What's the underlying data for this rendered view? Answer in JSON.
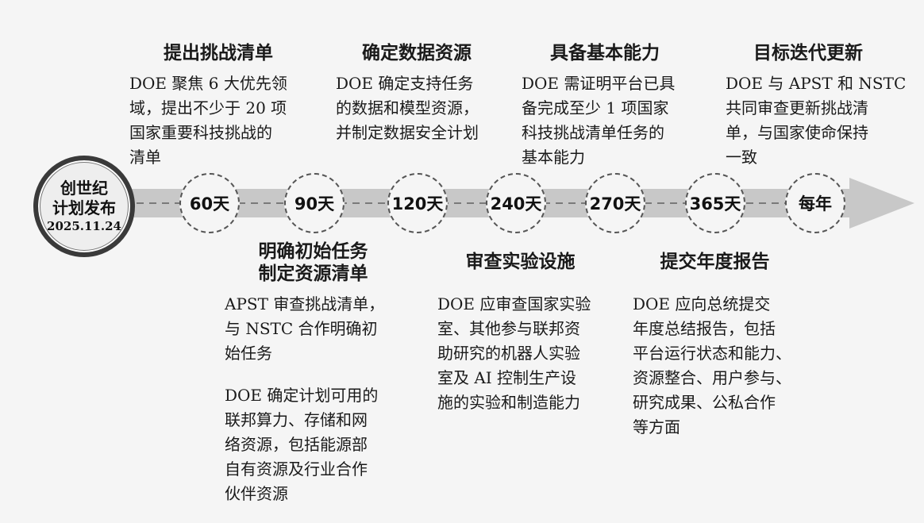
{
  "start": {
    "title": "创世纪\n计划发布",
    "date": "2025.11.24"
  },
  "milestones": [
    {
      "label": "60天"
    },
    {
      "label": "90天"
    },
    {
      "label": "120天"
    },
    {
      "label": "240天"
    },
    {
      "label": "270天"
    },
    {
      "label": "365天"
    },
    {
      "label": "每年"
    }
  ],
  "top_events": [
    {
      "heading": "提出挑战清单",
      "text": "DOE 聚焦 6 大优先领\n域，提出不少于 20 项\n国家重要科技挑战的\n清单"
    },
    {
      "heading": "确定数据资源",
      "text": "DOE 确定支持任务\n的数据和模型资源，\n并制定数据安全计划"
    },
    {
      "heading": "具备基本能力",
      "text": "DOE 需证明平台已具\n备完成至少 1 项国家\n科技挑战清单任务的\n基本能力"
    },
    {
      "heading": "目标迭代更新",
      "text": "DOE 与 APST 和 NSTC\n共同审查更新挑战清\n单，与国家使命保持\n一致"
    }
  ],
  "bottom_events": [
    {
      "heading": "明确初始任务\n制定资源清单",
      "text": "APST 审查挑战清单，\n与 NSTC 合作明确初\n始任务",
      "text2": "DOE 确定计划可用的\n联邦算力、存储和网\n络资源，包括能源部\n自有资源及行业合作\n伙伴资源"
    },
    {
      "heading": "审查实验设施",
      "text": "DOE 应审查国家实验\n室、其他参与联邦资\n助研究的机器人实验\n室及 AI 控制生产设\n施的实验和制造能力"
    },
    {
      "heading": "提交年度报告",
      "text": "DOE 应向总统提交\n年度总结报告，包括\n平台运行状态和能力、\n资源整合、用户参与、\n研究成果、公私合作\n等方面"
    }
  ]
}
